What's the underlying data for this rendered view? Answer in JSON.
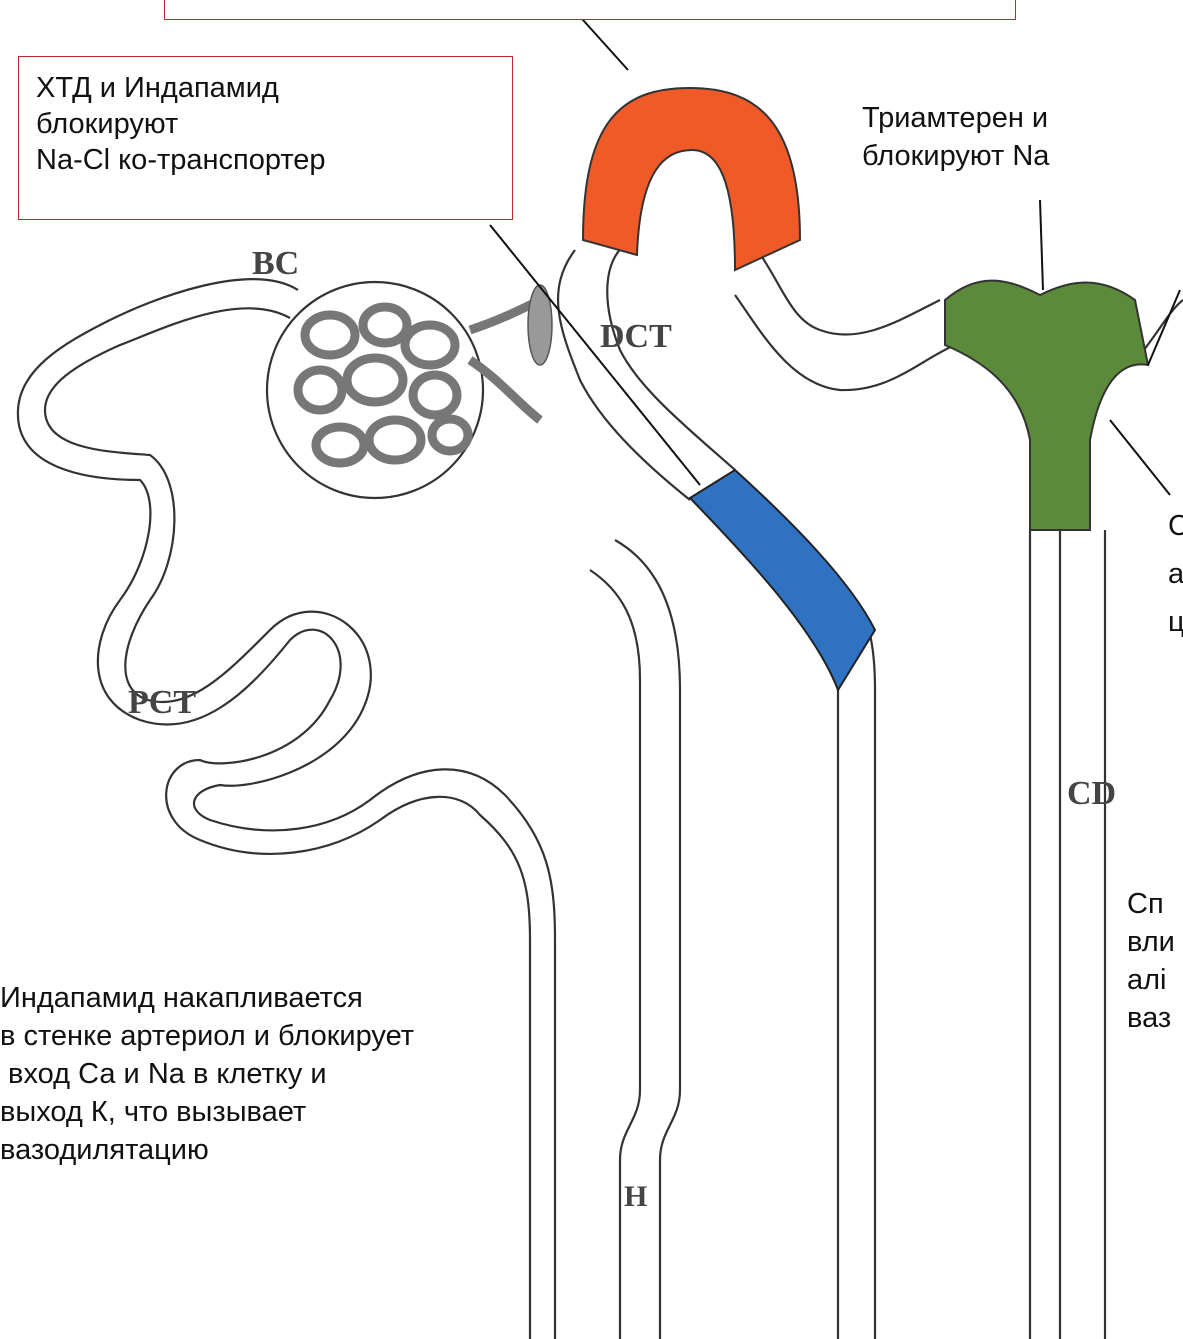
{
  "labels": {
    "bc": "BC",
    "dct": "DCT",
    "pct": "PCT",
    "cd": "CD",
    "h": "H"
  },
  "annotations": {
    "hctz_line1": "ХТД и Индапамид",
    "hctz_line2": "блокируют",
    "hctz_line3": "Na-Cl ко-транспортер",
    "triamterene_line1": "Триамтерен и",
    "triamterene_line2": "блокируют Na",
    "partial_right_1": "С",
    "partial_right_2": "а",
    "partial_right_3": "ц",
    "spiro_line1": "Сп",
    "spiro_line2": "вли",
    "spiro_line3": "алі",
    "spiro_line4": "ваз",
    "indapamide_line1": "Индапамид накапливается",
    "indapamide_line2": "в стенке артериол и блокирует",
    "indapamide_line3": " вход Са и Na в клетку и",
    "indapamide_line4": "выход К, что вызывает",
    "indapamide_line5": "вазодилятацию"
  },
  "colors": {
    "loop_segment": "#f05a28",
    "blue_segment": "#2f72c2",
    "green_segment": "#5b8a3a",
    "box_border": "#c0272d",
    "outline": "#333333"
  }
}
